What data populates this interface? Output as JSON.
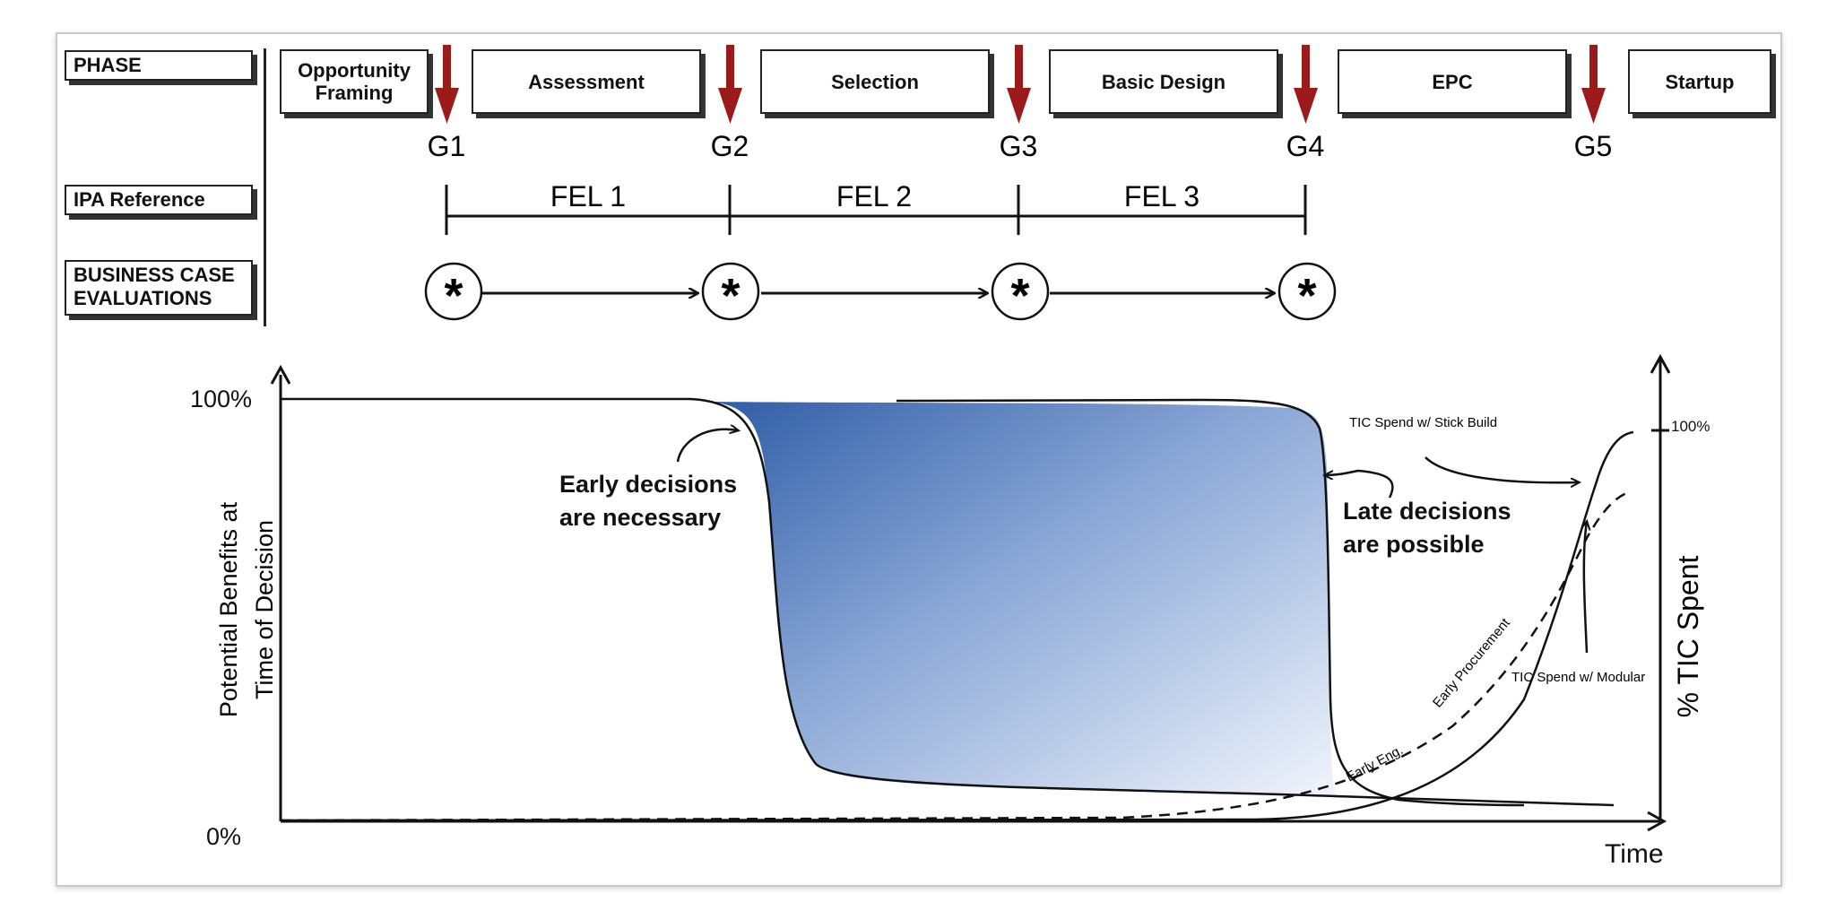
{
  "row_labels": {
    "phase": "PHASE",
    "ipa": "IPA Reference",
    "business_line1": "BUSINESS CASE",
    "business_line2": "EVALUATIONS"
  },
  "phases": [
    "Opportunity\nFraming",
    "Assessment",
    "Selection",
    "Basic Design",
    "EPC",
    "Startup"
  ],
  "gates": [
    "G1",
    "G2",
    "G3",
    "G4",
    "G5"
  ],
  "fel": [
    "FEL 1",
    "FEL 2",
    "FEL 3"
  ],
  "evaluation_symbol": "*",
  "axes": {
    "left_ylabel_line1": "Potential Benefits at",
    "left_ylabel_line2": "Time of Decision",
    "right_ylabel": "% TIC Spent",
    "xlabel": "Time",
    "left_top": "100%",
    "left_bottom": "0%",
    "right_top": "100%"
  },
  "annotations": {
    "early_line1": "Early decisions",
    "early_line2": "are necessary",
    "late_line1": "Late decisions",
    "late_line2": "are possible",
    "stick_build": "TIC Spend w/ Stick Build",
    "modular": "TIC Spend  w/ Modular",
    "early_procurement": "Early Procurement",
    "early_eng": "Early Eng."
  },
  "colors": {
    "gate_arrow": "#9b1b1b",
    "fill_dark": "#2f5ca6",
    "fill_light": "#f1f5fc"
  }
}
